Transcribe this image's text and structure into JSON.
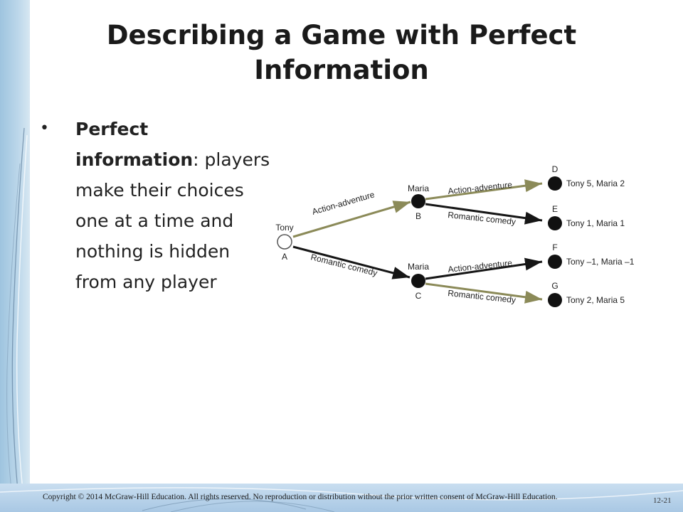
{
  "slide": {
    "title": "Describing a Game with Perfect Information",
    "bullet": {
      "term": "Perfect information",
      "text": ": players make their choices one at a time and nothing is hidden from any player"
    },
    "footer": {
      "copyright": "Copyright © 2014 McGraw-Hill Education. All rights reserved. No reproduction or distribution without the prior written consent of McGraw-Hill Education.",
      "slide_number": "12-21"
    }
  },
  "diagram": {
    "root": {
      "player": "Tony",
      "id": "A"
    },
    "nodes": [
      {
        "player": "Maria",
        "id": "B"
      },
      {
        "player": "Maria",
        "id": "C"
      }
    ],
    "edges": [
      {
        "from": "A",
        "to": "B",
        "label": "Action-adventure",
        "color": "#8b8a58"
      },
      {
        "from": "A",
        "to": "C",
        "label": "Romantic comedy",
        "color": "#161616"
      },
      {
        "from": "B",
        "to": "D",
        "label": "Action-adventure",
        "color": "#8b8a58"
      },
      {
        "from": "B",
        "to": "E",
        "label": "Romantic comedy",
        "color": "#161616"
      },
      {
        "from": "C",
        "to": "F",
        "label": "Action-adventure",
        "color": "#161616"
      },
      {
        "from": "C",
        "to": "G",
        "label": "Romantic comedy",
        "color": "#8b8a58"
      }
    ],
    "terminals": [
      {
        "id": "D",
        "payoff": "Tony 5, Maria 2"
      },
      {
        "id": "E",
        "payoff": "Tony 1, Maria 1"
      },
      {
        "id": "F",
        "payoff": "Tony –1, Maria –1"
      },
      {
        "id": "G",
        "payoff": "Tony 2, Maria 5"
      }
    ]
  },
  "colors": {
    "olive_arrow": "#8b8a58",
    "dark_arrow": "#161616",
    "background_band": "#a9c8e4"
  }
}
